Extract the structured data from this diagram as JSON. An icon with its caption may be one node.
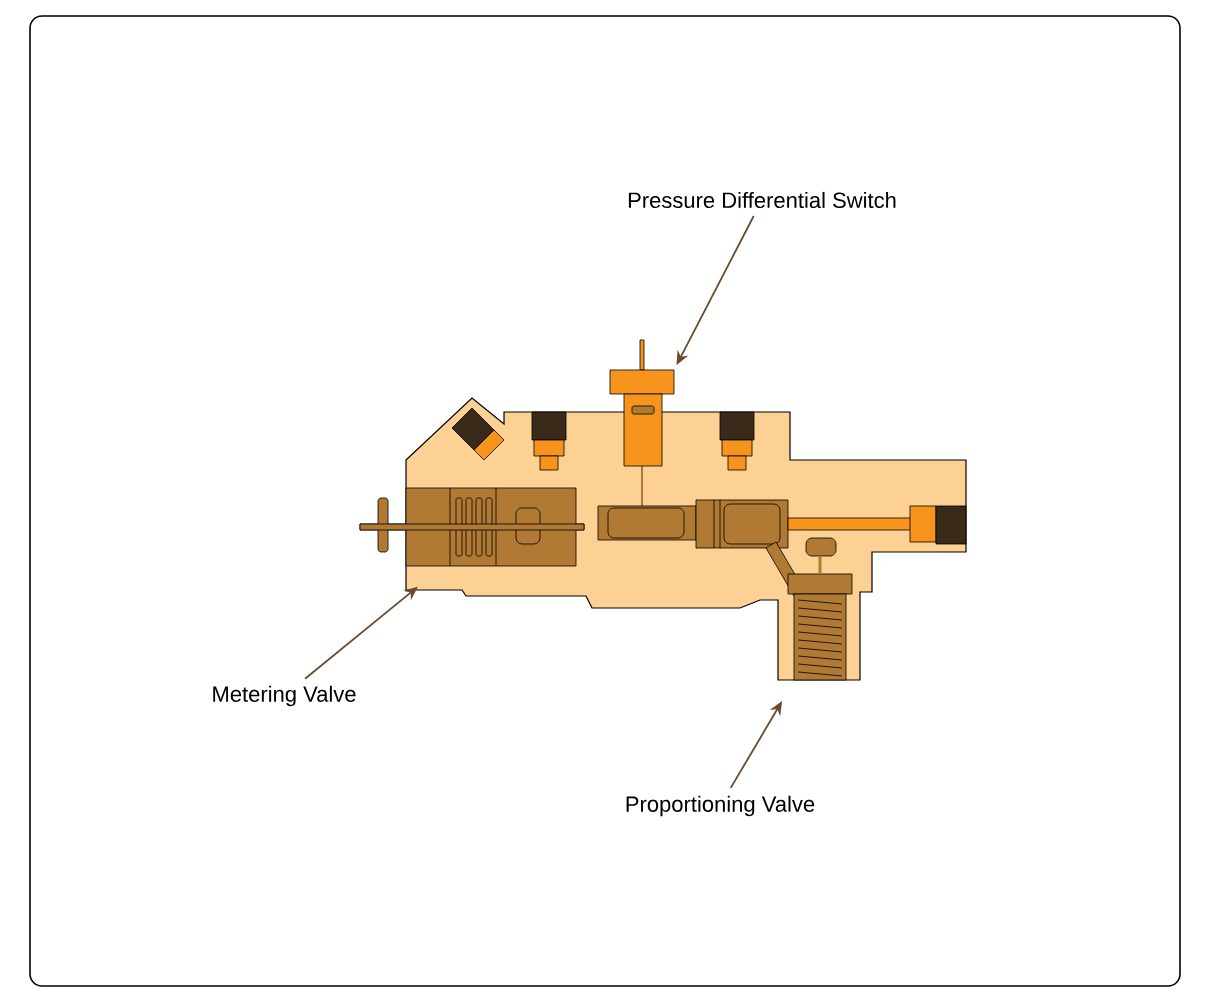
{
  "diagram": {
    "nodes": [
      {
        "text": [
          "Pressure Differential Switch"
        ]
      },
      {
        "text": [],
        "shape": "box"
      },
      {
        "text": [
          "Metering Valve"
        ]
      },
      {
        "text": [],
        "shape": "box"
      },
      {
        "text": [
          "Proportioning Valve"
        ]
      },
      {
        "text": [],
        "shape": "box"
      }
    ],
    "edges": [
      {
        "from": 0,
        "to": 1,
        "arrow": "to"
      },
      {
        "from": 2,
        "to": 3,
        "arrow": "to"
      },
      {
        "from": 4,
        "to": 5,
        "arrow": "to"
      }
    ]
  }
}
